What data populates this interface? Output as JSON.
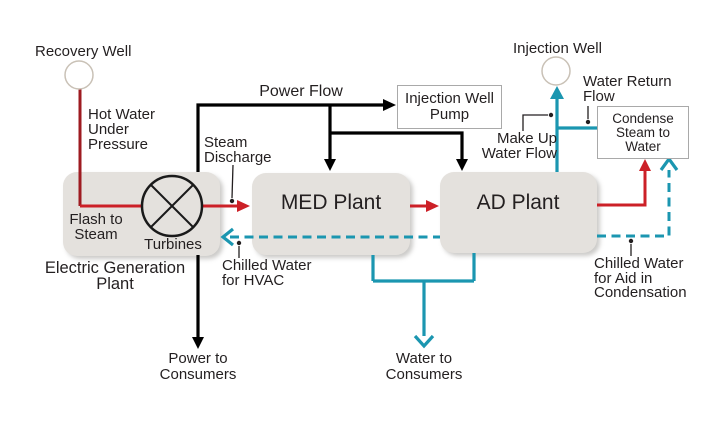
{
  "diagram": {
    "title_context": "Geothermal electric generation and desalination process flow diagram",
    "nodes": {
      "electric_plant": {
        "label": "Electric Generation\nPlant",
        "flash_label": "Flash to\nSteam",
        "turbine_label": "Turbines"
      },
      "med_plant": {
        "label": "MED Plant"
      },
      "ad_plant": {
        "label": "AD Plant"
      },
      "injection_well_pump": {
        "label": "Injection Well\nPump"
      },
      "condense_box": {
        "label": "Condense\nSteam to\nWater"
      },
      "recovery_well": {
        "label": "Recovery Well"
      },
      "injection_well": {
        "label": "Injection Well"
      }
    },
    "flow_labels": {
      "hot_water": "Hot Water\nUnder\nPressure",
      "power_flow": "Power Flow",
      "steam_discharge": "Steam\nDischarge",
      "water_return": "Water Return\nFlow",
      "make_up": "Make Up\nWater Flow",
      "chilled_hvac": "Chilled Water\nfor HVAC",
      "chilled_condensation": "Chilled Water\nfor Aid in\nCondensation",
      "power_to_consumers": "Power to\nConsumers",
      "water_to_consumers": "Water to\nConsumers"
    },
    "colors": {
      "power": "#000000",
      "hot_water": "#9e1b21",
      "steam": "#cc2027",
      "water": "#1b96b0",
      "box_fill": "#e4e1dd",
      "text": "#231f20"
    }
  }
}
